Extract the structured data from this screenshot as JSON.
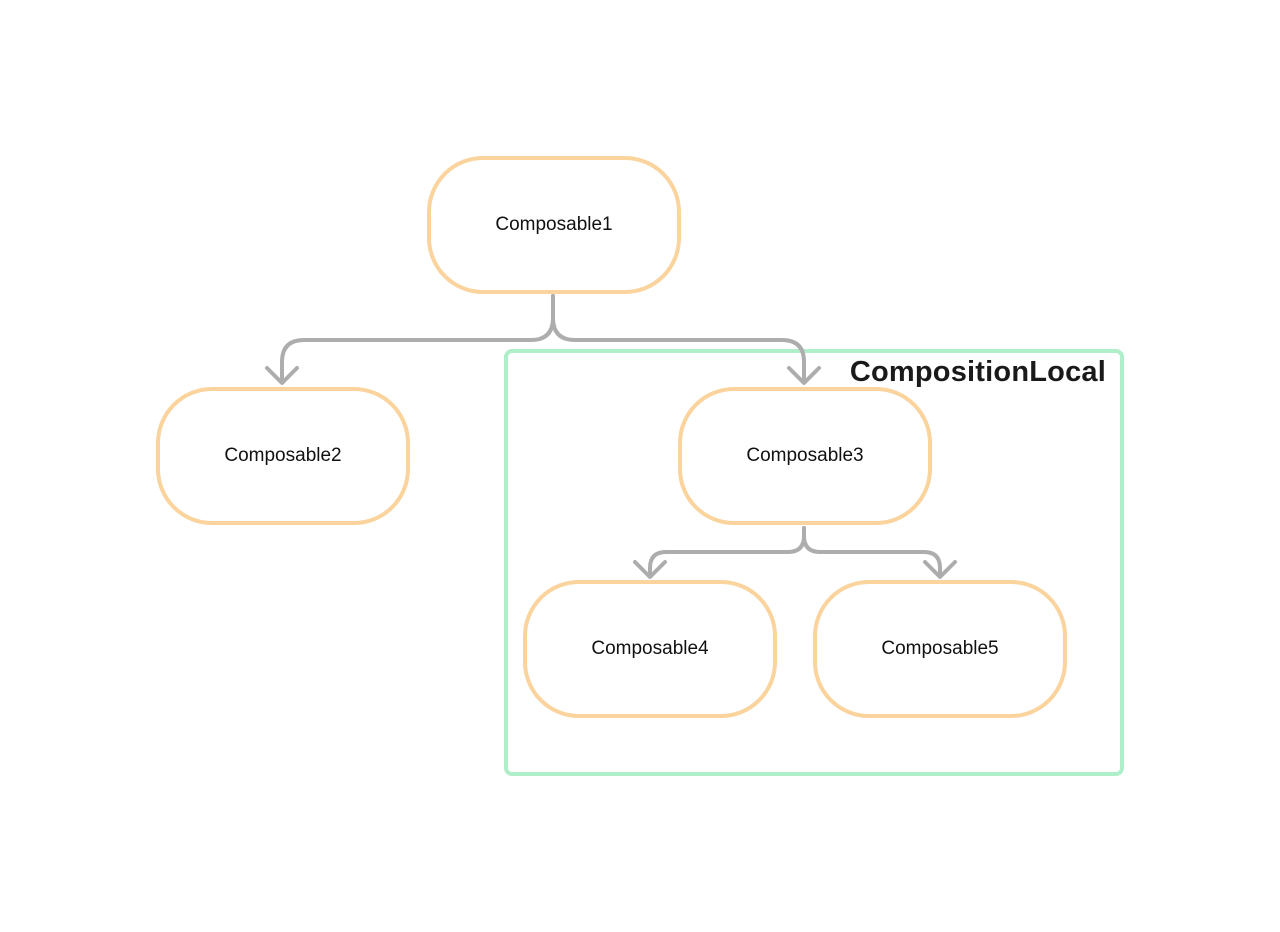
{
  "diagram": {
    "scope": {
      "label": "CompositionLocal",
      "border_color": "#aeeec8"
    },
    "nodes": [
      {
        "id": "n1",
        "label": "Composable1"
      },
      {
        "id": "n2",
        "label": "Composable2"
      },
      {
        "id": "n3",
        "label": "Composable3"
      },
      {
        "id": "n4",
        "label": "Composable4"
      },
      {
        "id": "n5",
        "label": "Composable5"
      }
    ],
    "edges": [
      {
        "from": "n1",
        "to": "n2"
      },
      {
        "from": "n1",
        "to": "n3"
      },
      {
        "from": "n3",
        "to": "n4"
      },
      {
        "from": "n3",
        "to": "n5"
      }
    ],
    "colors": {
      "node_border": "#fad39d",
      "edge": "#adadad",
      "scope_border": "#aeeec8"
    }
  }
}
